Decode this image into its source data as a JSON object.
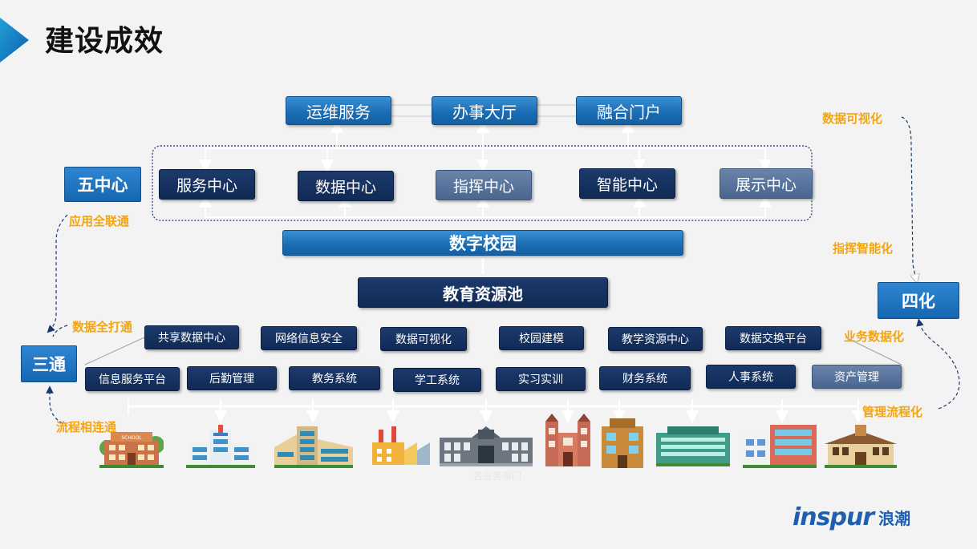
{
  "page_title": "建设成效",
  "top_services": [
    "运维服务",
    "办事大厅",
    "融合门户"
  ],
  "five_center_label": "五中心",
  "centers": [
    "服务中心",
    "数据中心",
    "指挥中心",
    "智能中心",
    "展示中心"
  ],
  "digital_campus": "数字校园",
  "resource_pool": "教育资源池",
  "upper_systems": [
    "共享数据中心",
    "网络信息安全",
    "数据可视化",
    "校园建模",
    "教学资源中心",
    "数据交换平台"
  ],
  "lower_systems": [
    "信息服务平台",
    "后勤管理",
    "教务系统",
    "学工系统",
    "实习实训",
    "财务系统",
    "人事系统",
    "资产管理"
  ],
  "three_links_label": "三通",
  "three_links": {
    "app": "应用全联通",
    "data": "数据全打通",
    "flow": "流程相连通"
  },
  "four_mod_label": "四化",
  "four_mod": {
    "visual": "数据可视化",
    "command": "指挥智能化",
    "business": "业务数据化",
    "process": "管理流程化"
  },
  "departments_label": "各业务部门",
  "school_sign": "SCHOOL",
  "logo": {
    "brand": "inspur",
    "cn": "浪潮"
  },
  "colors": {
    "accent_orange": "#f5a40d",
    "navy": "#1d3a66",
    "blue": "#1a6bb3",
    "brand": "#1f5fb0"
  }
}
